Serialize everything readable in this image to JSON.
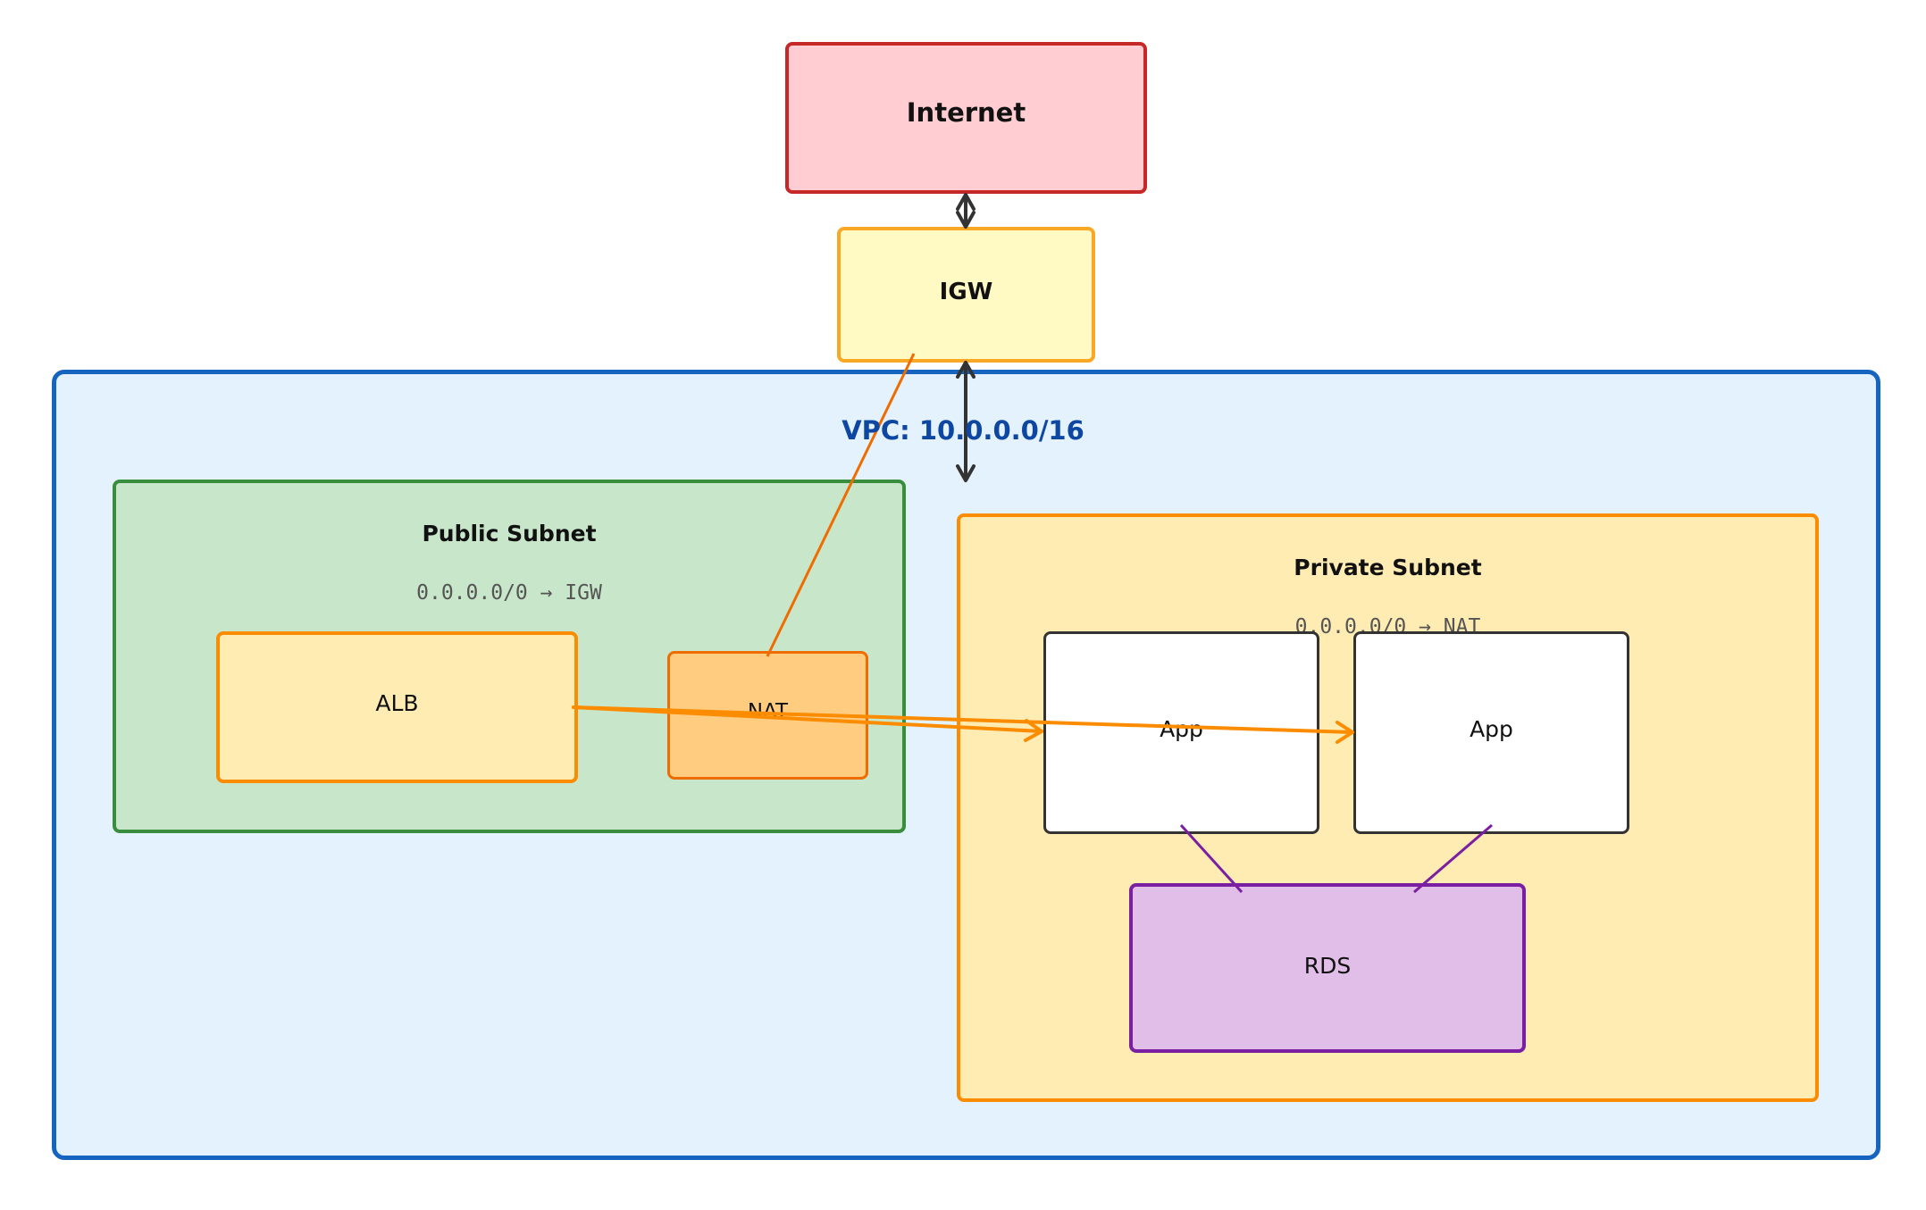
{
  "nodes": {
    "internet": {
      "label": "Internet"
    },
    "igw": {
      "label": "IGW"
    },
    "vpc": {
      "label": "VPC: 10.0.0.0/16"
    },
    "public_subnet": {
      "label": "Public Subnet",
      "route": "0.0.0.0/0 → IGW"
    },
    "private_subnet": {
      "label": "Private Subnet",
      "route": "0.0.0.0/0 → NAT"
    },
    "alb": {
      "label": "ALB"
    },
    "nat": {
      "label": "NAT"
    },
    "app_1": {
      "label": "App"
    },
    "app_2": {
      "label": "App"
    },
    "rds": {
      "label": "RDS"
    }
  },
  "edges": [
    {
      "from": "internet",
      "to": "igw",
      "style": "bidirectional"
    },
    {
      "from": "igw",
      "to": "vpc",
      "style": "bidirectional"
    },
    {
      "from": "nat",
      "to": "igw",
      "style": "line"
    },
    {
      "from": "alb",
      "to": "app_1",
      "style": "arrow"
    },
    {
      "from": "alb",
      "to": "app_2",
      "style": "arrow"
    },
    {
      "from": "app_1",
      "to": "rds",
      "style": "line"
    },
    {
      "from": "app_2",
      "to": "rds",
      "style": "line"
    }
  ],
  "colors": {
    "internet_fill": "#ffcdd2",
    "internet_border": "#c62828",
    "igw_fill": "#fff9c4",
    "igw_border": "#f9a825",
    "vpc_fill": "#e3f2fd",
    "vpc_border": "#1565c0",
    "public_fill": "#c8e6c9",
    "public_border": "#388e3c",
    "private_fill": "#ffecb3",
    "private_border": "#fb8c00",
    "nat_fill": "#ffcc80",
    "nat_border": "#ef6c00",
    "rds_fill": "#e1bee7",
    "rds_border": "#7b1fa2",
    "arrow_dark": "#333333",
    "arrow_orange": "#fb8c00",
    "line_purple": "#7b1fa2"
  }
}
